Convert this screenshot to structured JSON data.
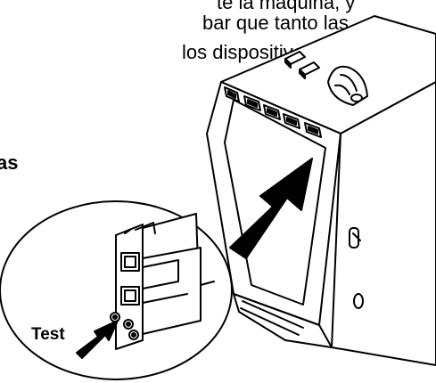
{
  "text": {
    "line1": "te la máquina, y",
    "line2": "bar que tanto las",
    "line3": "los dispositivos",
    "fragment_bold": "as"
  },
  "callout": {
    "label": "Test"
  }
}
